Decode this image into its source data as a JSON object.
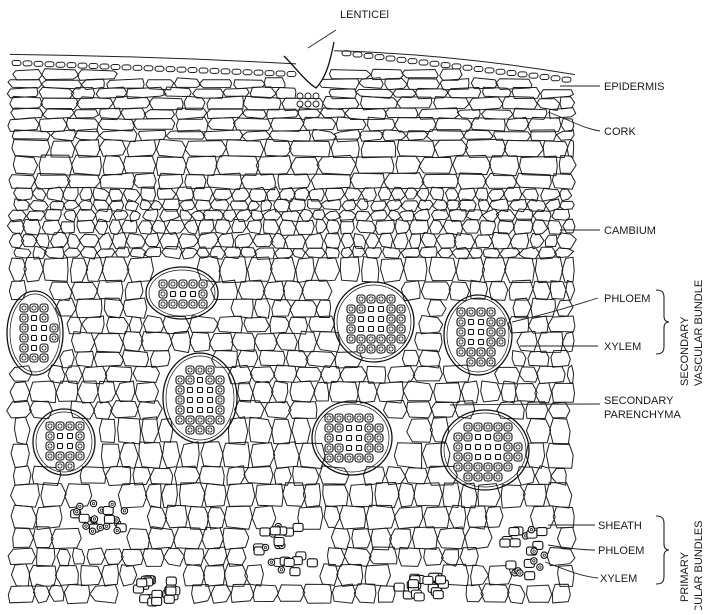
{
  "labels": {
    "lenticel": "LENTICEl",
    "epidermis": "EPIDERMIS",
    "cork": "CORK",
    "cambium": "CAMBIUM",
    "secondary_phloem": "PHLOEM",
    "secondary_xylem": "XYLEM",
    "secondary_parenchyma_1": "SECONDARY",
    "secondary_parenchyma_2": "PARENCHYMA",
    "secondary_bundle_1": "SECONDARY",
    "secondary_bundle_2": "VASCULAR BUNDLE",
    "sheath": "SHEATH",
    "primary_phloem": "PHLOEM",
    "primary_xylem": "XYLEM",
    "primary_bundles_1": "PRIMARY",
    "primary_bundles_2": "VASCULAR BUNDLES"
  }
}
